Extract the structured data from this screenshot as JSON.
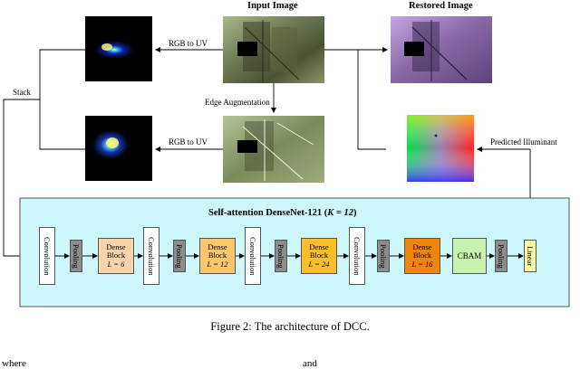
{
  "labels": {
    "input_image": "Input Image",
    "restored_image": "Restored Image",
    "rgb_to_uv_top": "RGB to UV",
    "rgb_to_uv_bottom": "RGB to UV",
    "edge_augmentation": "Edge Augmentation",
    "stack": "Stack",
    "predicted_illuminant": "Predicted Illuminant"
  },
  "network": {
    "title_main": "Self-attention DenseNet-121 (",
    "title_k": "K = 12",
    "title_end": ")",
    "blocks": [
      {
        "type": "conv",
        "label": "Convolution"
      },
      {
        "type": "pool",
        "label": "Pooling"
      },
      {
        "type": "dense",
        "label1": "Dense",
        "label2": "Block",
        "label3": "L = 6"
      },
      {
        "type": "conv",
        "label": "Convolution"
      },
      {
        "type": "pool",
        "label": "Pooling"
      },
      {
        "type": "dense",
        "label1": "Dense",
        "label2": "Block",
        "label3": "L = 12"
      },
      {
        "type": "conv",
        "label": "Convolution"
      },
      {
        "type": "pool",
        "label": "Pooling"
      },
      {
        "type": "dense",
        "label1": "Dense",
        "label2": "Block",
        "label3": "L = 24"
      },
      {
        "type": "conv",
        "label": "Convolution"
      },
      {
        "type": "pool",
        "label": "Pooling"
      },
      {
        "type": "dense",
        "label1": "Dense",
        "label2": "Block",
        "label3": "L = 16"
      },
      {
        "type": "cbam",
        "label": "CBAM"
      },
      {
        "type": "pool",
        "label": "Pooling"
      },
      {
        "type": "linear",
        "label": "Linear"
      }
    ]
  },
  "caption": "Figure 2: The architecture of DCC.",
  "bottom_text": {
    "left": "where",
    "right": "and"
  },
  "colors": {
    "panel_fill": "#ccf7fb",
    "conv": "#ffffff",
    "pool": "#8c8c8c",
    "dense": [
      "#fbd3a8",
      "#fcc66f",
      "#fdbe2a",
      "#f2840a"
    ],
    "cbam": "#c8f2b0",
    "linear": "#fafaa0"
  }
}
